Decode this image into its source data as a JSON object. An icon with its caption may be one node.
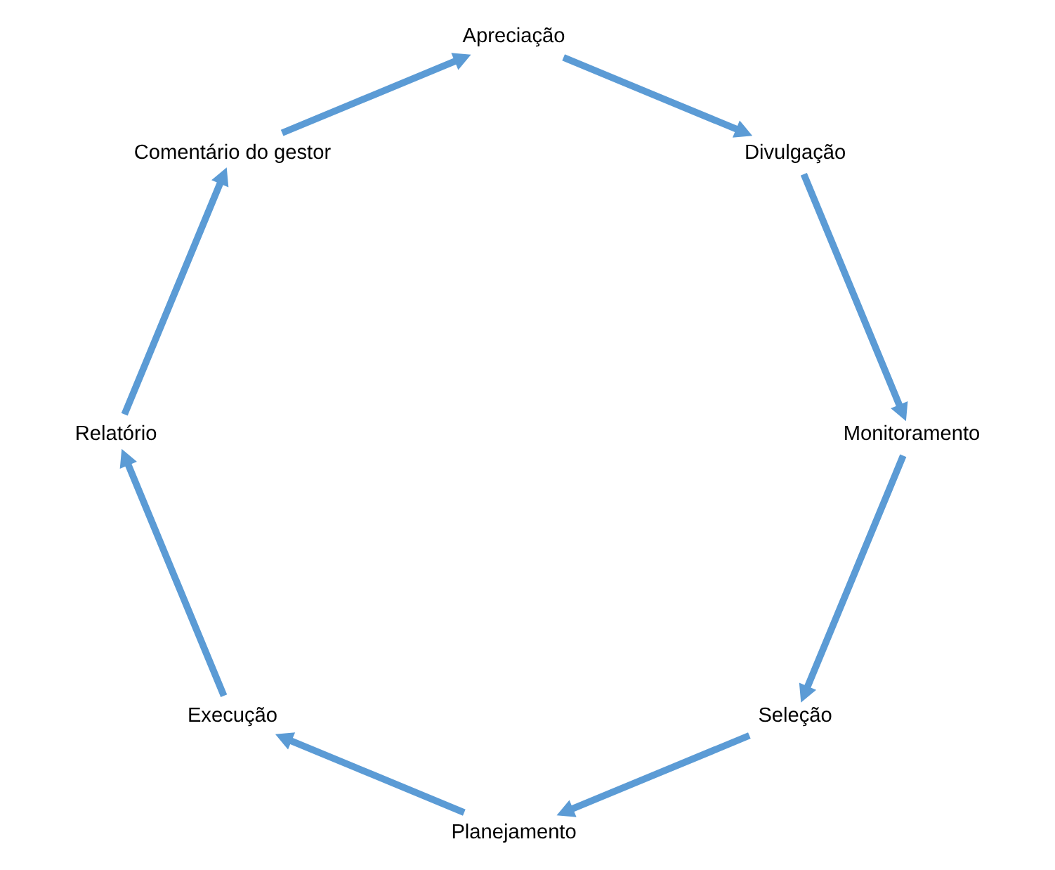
{
  "diagram": {
    "nodes": [
      {
        "text": [
          "Seleção"
        ]
      },
      {
        "text": [
          "Planejamento"
        ]
      },
      {
        "text": [
          "Execução"
        ]
      },
      {
        "text": [
          "Relatório"
        ]
      },
      {
        "text": [
          "Comentário do gestor"
        ]
      },
      {
        "text": [
          "Apreciação"
        ]
      },
      {
        "text": [
          "Divulgação"
        ]
      },
      {
        "text": [
          "Monitoramento"
        ]
      }
    ],
    "edges": [
      {
        "from": 0,
        "to": 1,
        "arrow": "to"
      },
      {
        "from": 1,
        "to": 2,
        "arrow": "to"
      },
      {
        "from": 2,
        "to": 3,
        "arrow": "to"
      },
      {
        "from": 3,
        "to": 4,
        "arrow": "to"
      },
      {
        "from": 4,
        "to": 5,
        "arrow": "to"
      },
      {
        "from": 5,
        "to": 6,
        "arrow": "to"
      },
      {
        "from": 6,
        "to": 7,
        "arrow": "to"
      },
      {
        "from": 7,
        "to": 0,
        "arrow": "to"
      }
    ]
  }
}
